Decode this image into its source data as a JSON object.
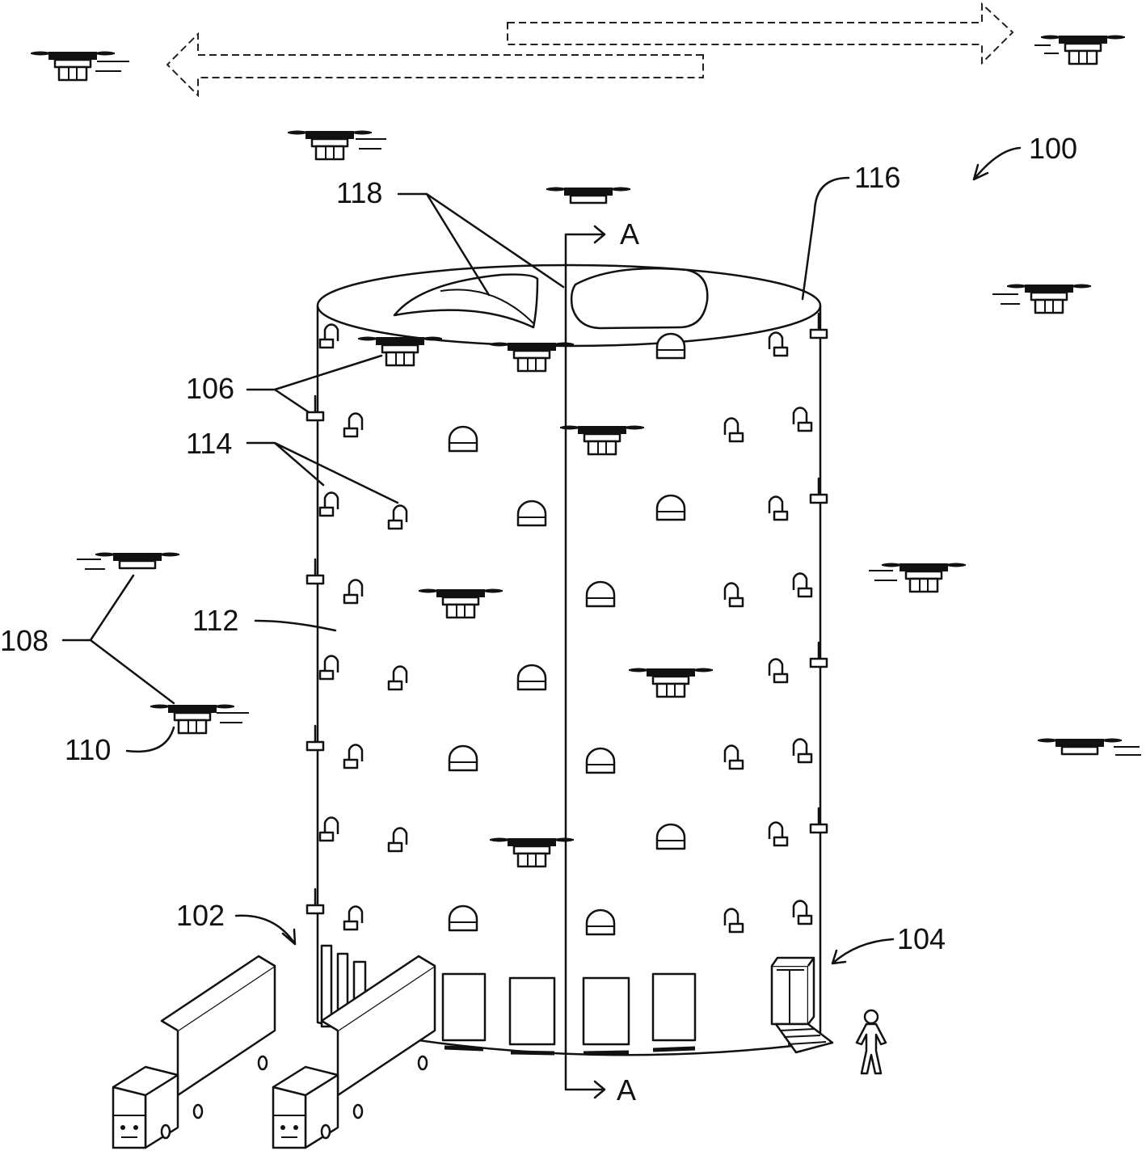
{
  "figure": {
    "labels": {
      "system": "100",
      "inbound_area": "102",
      "outbound_area": "104",
      "drone_ports": "106",
      "drones": "108",
      "payload": "110",
      "facility_wall": "112",
      "storage_windows": "114",
      "roof": "116",
      "roof_hatches": "118",
      "section_top": "A",
      "section_bottom": "A"
    }
  }
}
